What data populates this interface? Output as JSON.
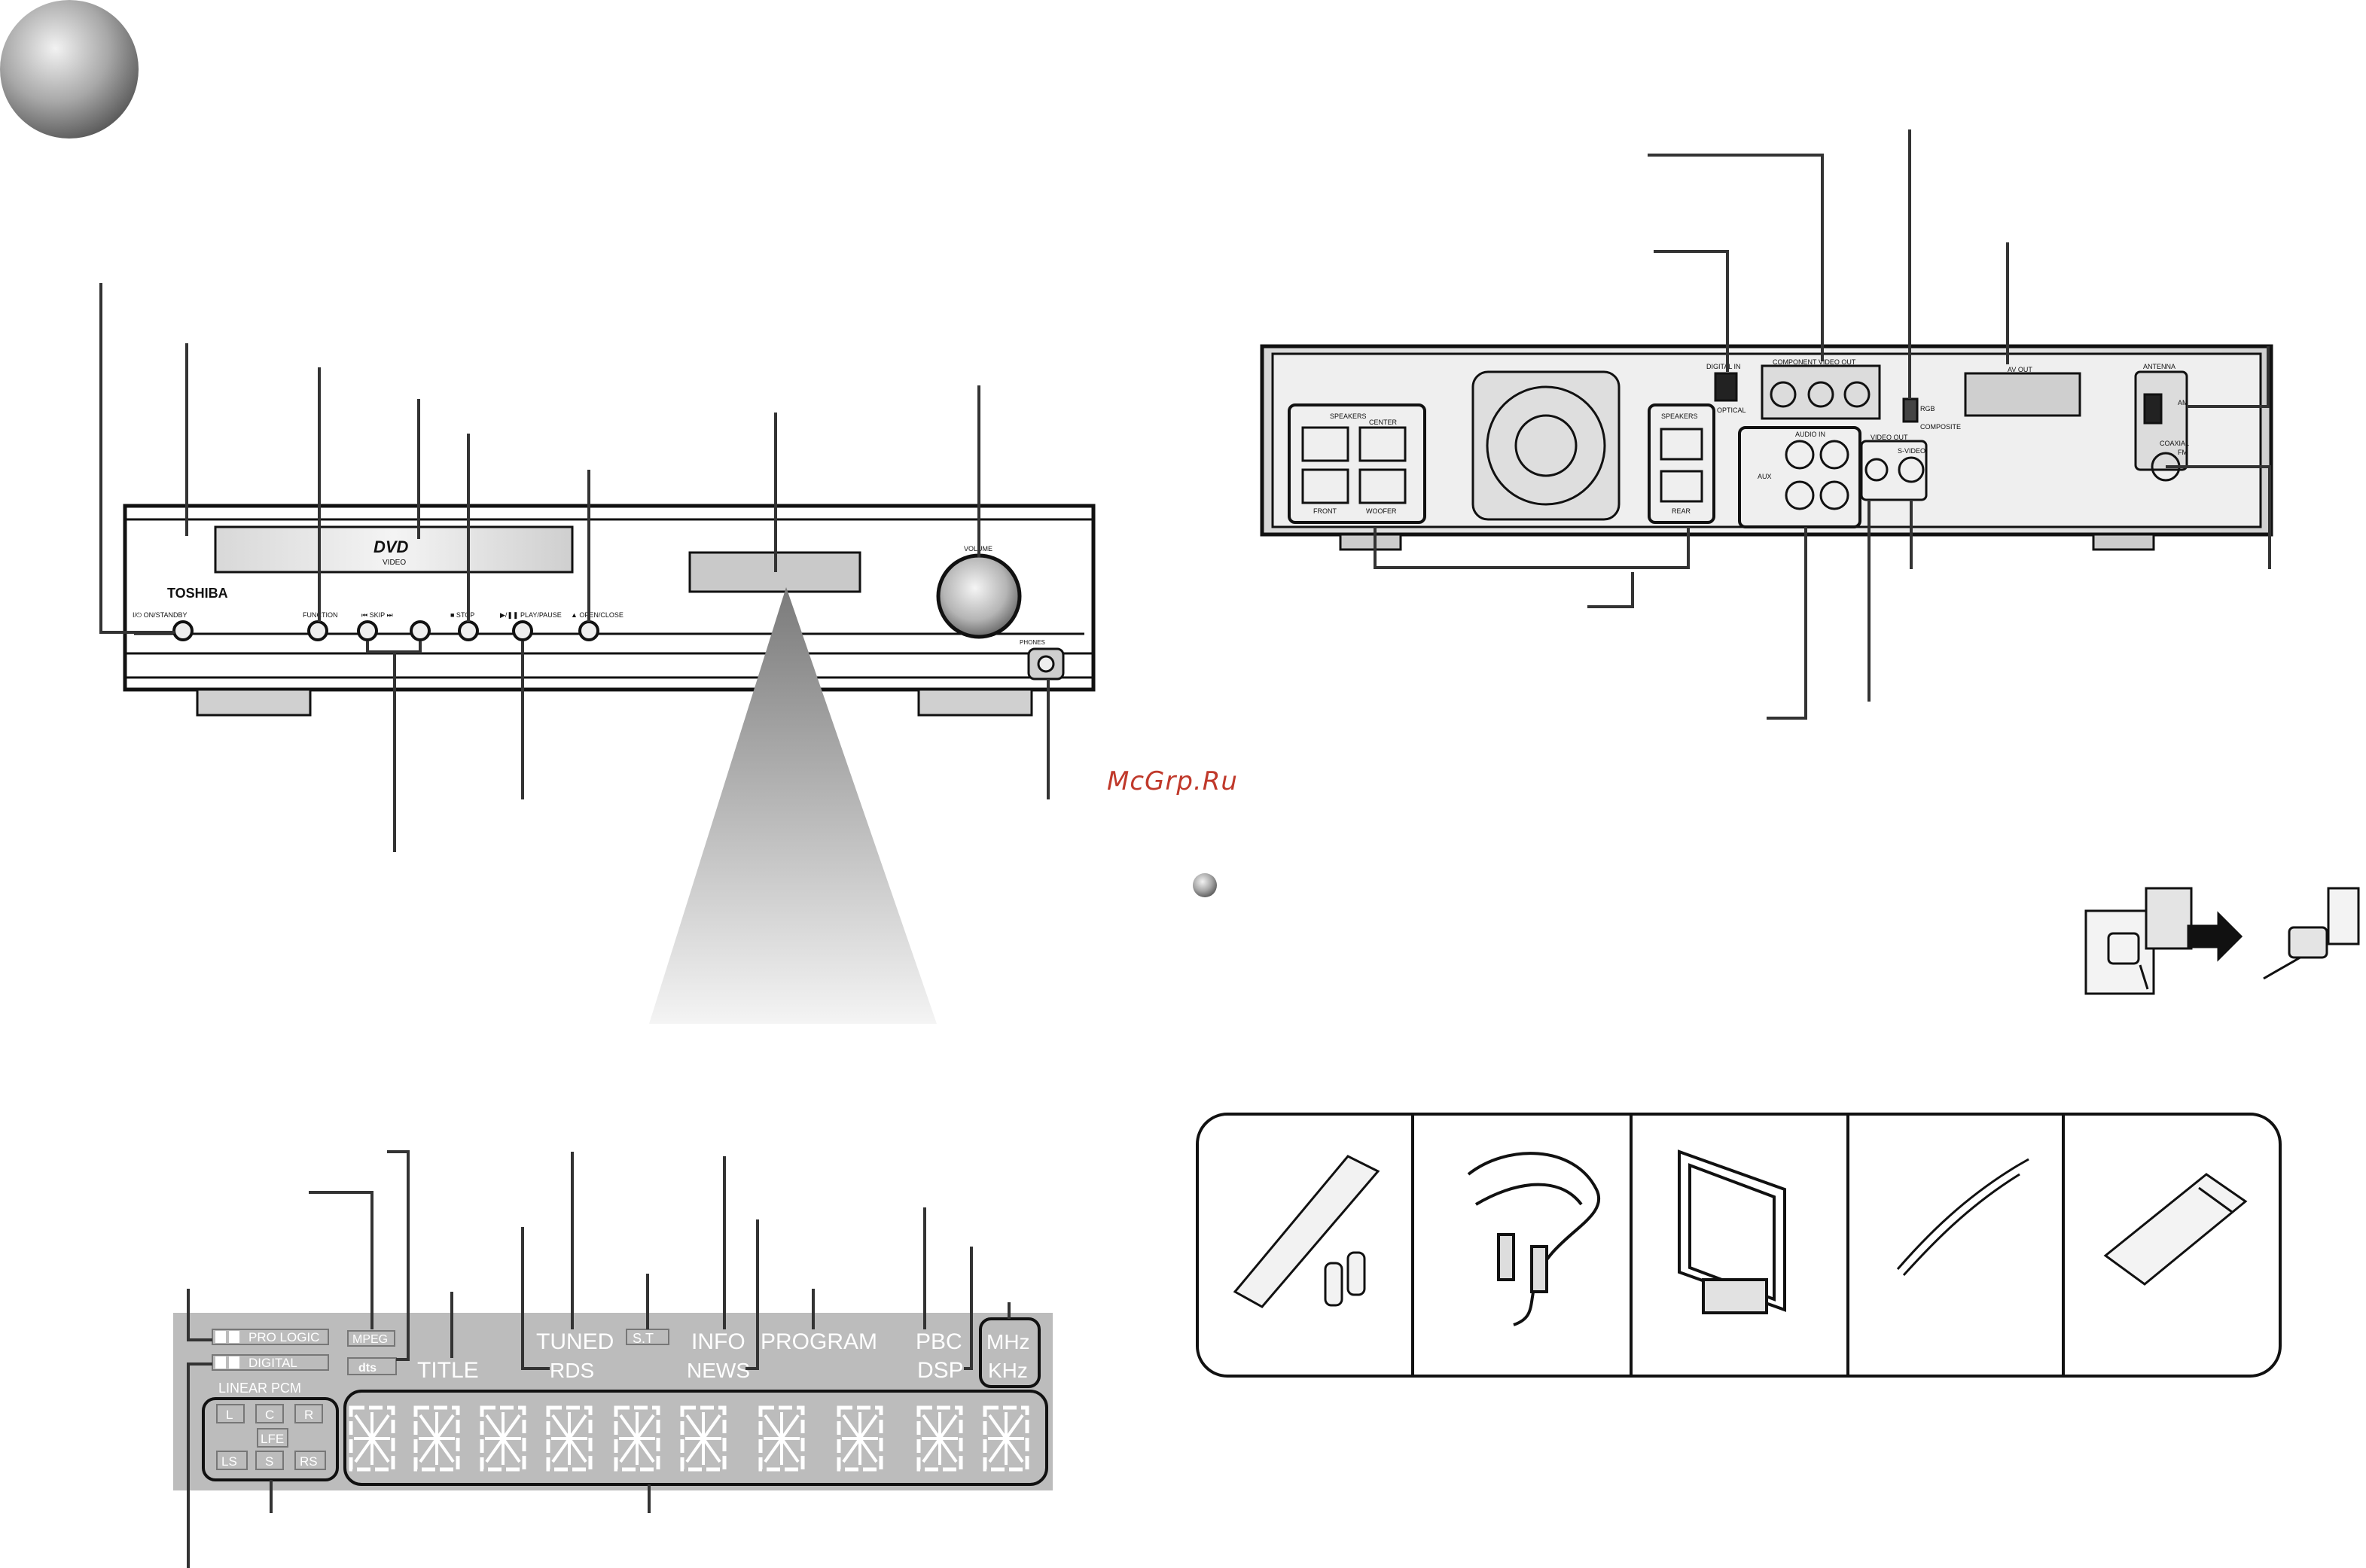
{
  "watermark": "McGrp.Ru",
  "front_panel": {
    "brand": "TOSHIBA",
    "logo": "DVD",
    "logo_sub": "VIDEO",
    "power_label": "I/⏻ ON/STANDBY",
    "function_label": "FUNCTION",
    "skip_label": "⏮ SKIP ⏭",
    "stop_label": "■ STOP",
    "play_label": "▶/❚❚ PLAY/PAUSE",
    "open_label": "▲ OPEN/CLOSE",
    "volume_label": "VOLUME",
    "phones_label": "PHONES"
  },
  "rear_panel": {
    "speakers_front": "SPEAKERS",
    "center": "CENTER",
    "front": "FRONT",
    "woofer": "WOOFER",
    "speakers_rear": "SPEAKERS",
    "rear": "REAR",
    "digital_in": "DIGITAL IN",
    "optical": "OPTICAL",
    "component_out": "COMPONENT VIDEO OUT",
    "audio_in": "AUDIO IN",
    "aux": "AUX",
    "video_out": "VIDEO OUT",
    "s_video": "S-VIDEO",
    "av_out": "AV OUT",
    "antenna": "ANTENNA",
    "am": "AM",
    "fm": "FM",
    "coaxial": "COAXIAL",
    "switch_rgb": "RGB",
    "switch_composite": "COMPOSITE"
  },
  "display": {
    "pro_logic": "PRO LOGIC",
    "digital": "DIGITAL",
    "linear_pcm": "LINEAR PCM",
    "mpeg": "MPEG",
    "dts": "dts",
    "title": "TITLE",
    "tuned": "TUNED",
    "rds": "RDS",
    "st": "S.T",
    "info": "INFO",
    "news": "NEWS",
    "program": "PROGRAM",
    "pbc": "PBC",
    "dsp": "DSP",
    "mhz": "MHz",
    "khz": "KHz",
    "ch_l": "L",
    "ch_c": "C",
    "ch_r": "R",
    "ch_lfe": "LFE",
    "ch_ls": "LS",
    "ch_s": "S",
    "ch_rs": "RS"
  },
  "colors": {
    "display_bg": "#bcbcbc",
    "panel_line": "#111111",
    "rear_bg": "#e6e6e6",
    "watermark": "#c0392b"
  }
}
